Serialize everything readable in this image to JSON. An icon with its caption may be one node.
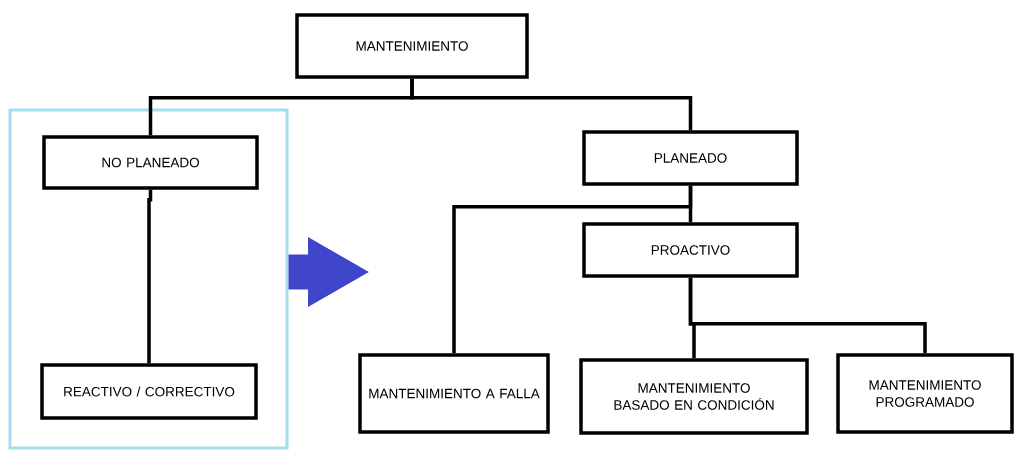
{
  "diagram": {
    "nodes": [
      {
        "text": [
          "MANTENIMIENTO"
        ]
      },
      {
        "text": [],
        "shape": "box"
      },
      {
        "text": [
          "NO PLANEADO"
        ],
        "in": 1
      },
      {
        "text": [
          "REACTIVO / CORRECTIVO"
        ],
        "in": 1
      },
      {
        "text": [
          "PLANEADO"
        ]
      },
      {
        "text": [
          "PROACTIVO"
        ]
      },
      {
        "text": [
          "MANTENIMIENTO A FALLA"
        ]
      },
      {
        "text": [
          "MANTENIMIENTO BASADO EN CONDICIÓN"
        ]
      },
      {
        "text": [
          "MANTENIMIENTO PROGRAMADO"
        ]
      }
    ],
    "edges": [
      {
        "from": 0,
        "to": 2,
        "arrow": "none"
      },
      {
        "from": 0,
        "to": 4,
        "arrow": "none"
      },
      {
        "from": 2,
        "to": 3,
        "arrow": "none"
      },
      {
        "from": 4,
        "to": 5,
        "arrow": "none"
      },
      {
        "from": 4,
        "to": 6,
        "arrow": "none"
      },
      {
        "from": 5,
        "to": 7,
        "arrow": "none"
      },
      {
        "from": 5,
        "to": 8,
        "arrow": "none"
      },
      {
        "from": 1,
        "to": null,
        "arrow": "to",
        "style": "thick",
        "color": "#4046cc"
      }
    ]
  }
}
